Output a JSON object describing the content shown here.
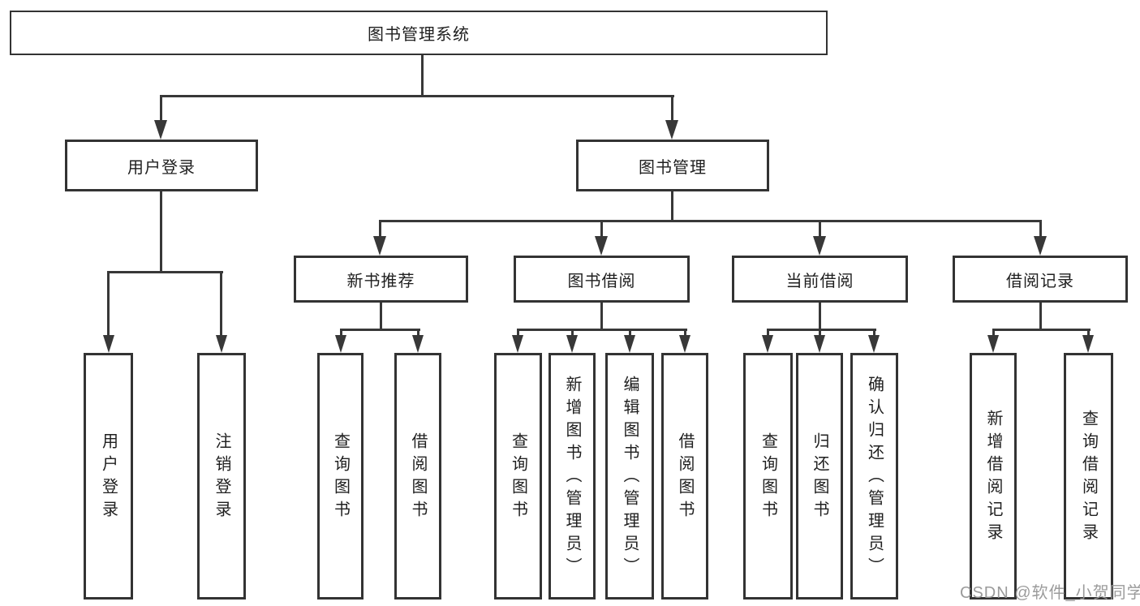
{
  "tree": {
    "root": "图书管理系统",
    "children": [
      {
        "label": "用户登录",
        "children": [
          {
            "label": "用户登录"
          },
          {
            "label": "注销登录"
          }
        ]
      },
      {
        "label": "图书管理",
        "children": [
          {
            "label": "新书推荐",
            "children": [
              {
                "label": "查询图书"
              },
              {
                "label": "借阅图书"
              }
            ]
          },
          {
            "label": "图书借阅",
            "children": [
              {
                "label": "查询图书"
              },
              {
                "label": "新增图书（管理员）"
              },
              {
                "label": "编辑图书（管理员）"
              },
              {
                "label": "借阅图书"
              }
            ]
          },
          {
            "label": "当前借阅",
            "children": [
              {
                "label": "查询图书"
              },
              {
                "label": "归还图书"
              },
              {
                "label": "确认归还（管理员）"
              }
            ]
          },
          {
            "label": "借阅记录",
            "children": [
              {
                "label": "新增借阅记录"
              },
              {
                "label": "查询借阅记录"
              }
            ]
          }
        ]
      }
    ]
  },
  "watermark": {
    "text": "CSDN @软件_小贺同学"
  },
  "colors": {
    "line": "#383838",
    "border": "#333333",
    "text": "#1f1f1f",
    "watermark": "#969696",
    "background": "#ffffff"
  }
}
